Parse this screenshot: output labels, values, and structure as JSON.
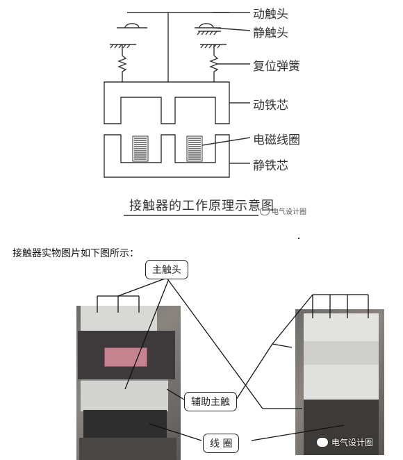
{
  "schematic": {
    "labels": {
      "moving_contact": "动触头",
      "static_contact": "静触头",
      "reset_spring": "复位弹簧",
      "moving_core": "动铁芯",
      "coil": "电磁线圈",
      "static_core": "静铁芯"
    },
    "caption": "接触器的工作原理示意图",
    "watermark": "电气设计圈"
  },
  "intro_text": "接触器实物图片如下图所示：",
  "photo_callouts": {
    "main_contact": "主触头",
    "aux_contact": "辅助主触",
    "coil": "线 圈"
  },
  "photo_watermark": "电气设计圈"
}
